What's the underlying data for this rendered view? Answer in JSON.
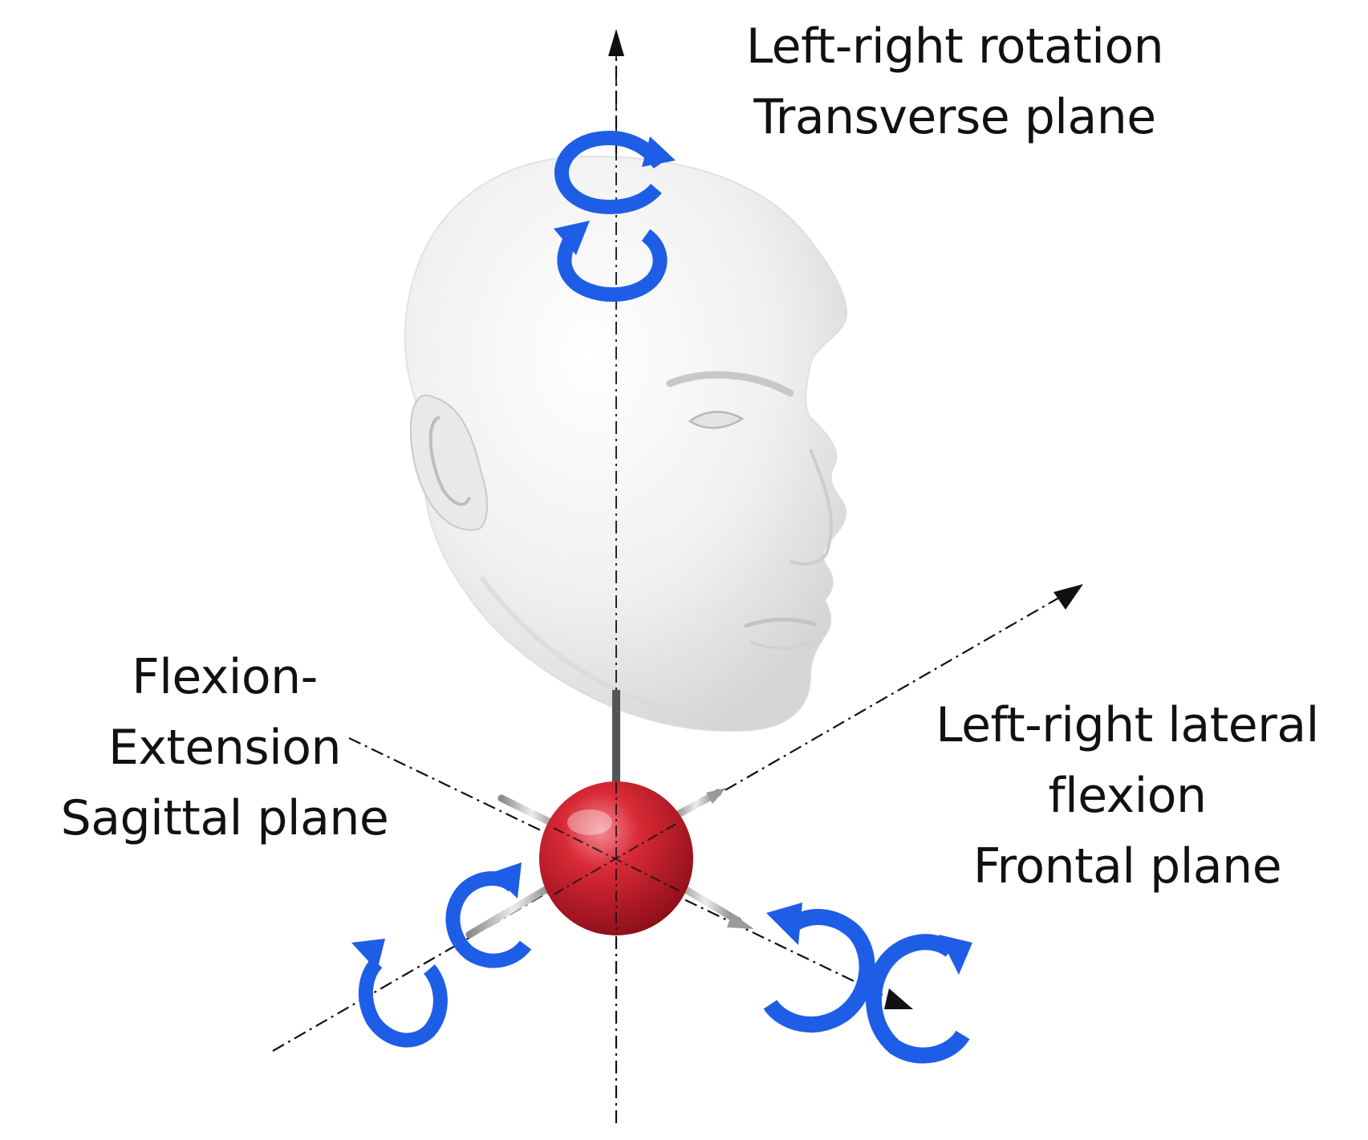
{
  "labels": {
    "transverse": {
      "line1": "Left-right rotation",
      "line2": "Transverse plane"
    },
    "sagittal": {
      "line1": "Flexion-",
      "line2": "Extension",
      "line3": "Sagittal plane"
    },
    "frontal": {
      "line1": "Left-right lateral",
      "line2": "flexion",
      "line3": "Frontal plane"
    }
  },
  "colors": {
    "arrow_blue": "#1e5ee6",
    "sphere_red": "#d4202c",
    "head_white": "#f2f2f2",
    "axis_black": "#111111"
  },
  "icons": {
    "head": "head-model-icon",
    "sphere": "joint-sphere-icon",
    "rotation": "rotation-arrow-icon"
  }
}
